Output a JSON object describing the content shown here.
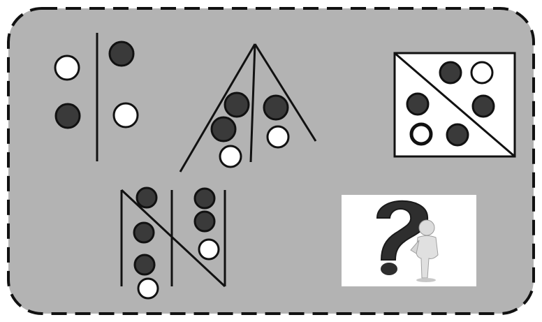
{
  "puzzle": {
    "panels": [
      {
        "name": "panel-1",
        "dots": [
          "white",
          "black",
          "black",
          "white"
        ]
      },
      {
        "name": "panel-2",
        "dots": [
          "black",
          "black",
          "white",
          "black",
          "white"
        ]
      },
      {
        "name": "panel-3",
        "dots": [
          "black",
          "white",
          "black",
          "black",
          "white",
          "black"
        ]
      },
      {
        "name": "panel-4",
        "dots": [
          "black",
          "black",
          "black",
          "white",
          "black",
          "black",
          "white"
        ]
      },
      {
        "name": "panel-unknown",
        "content": "question-mark-figure"
      }
    ]
  }
}
